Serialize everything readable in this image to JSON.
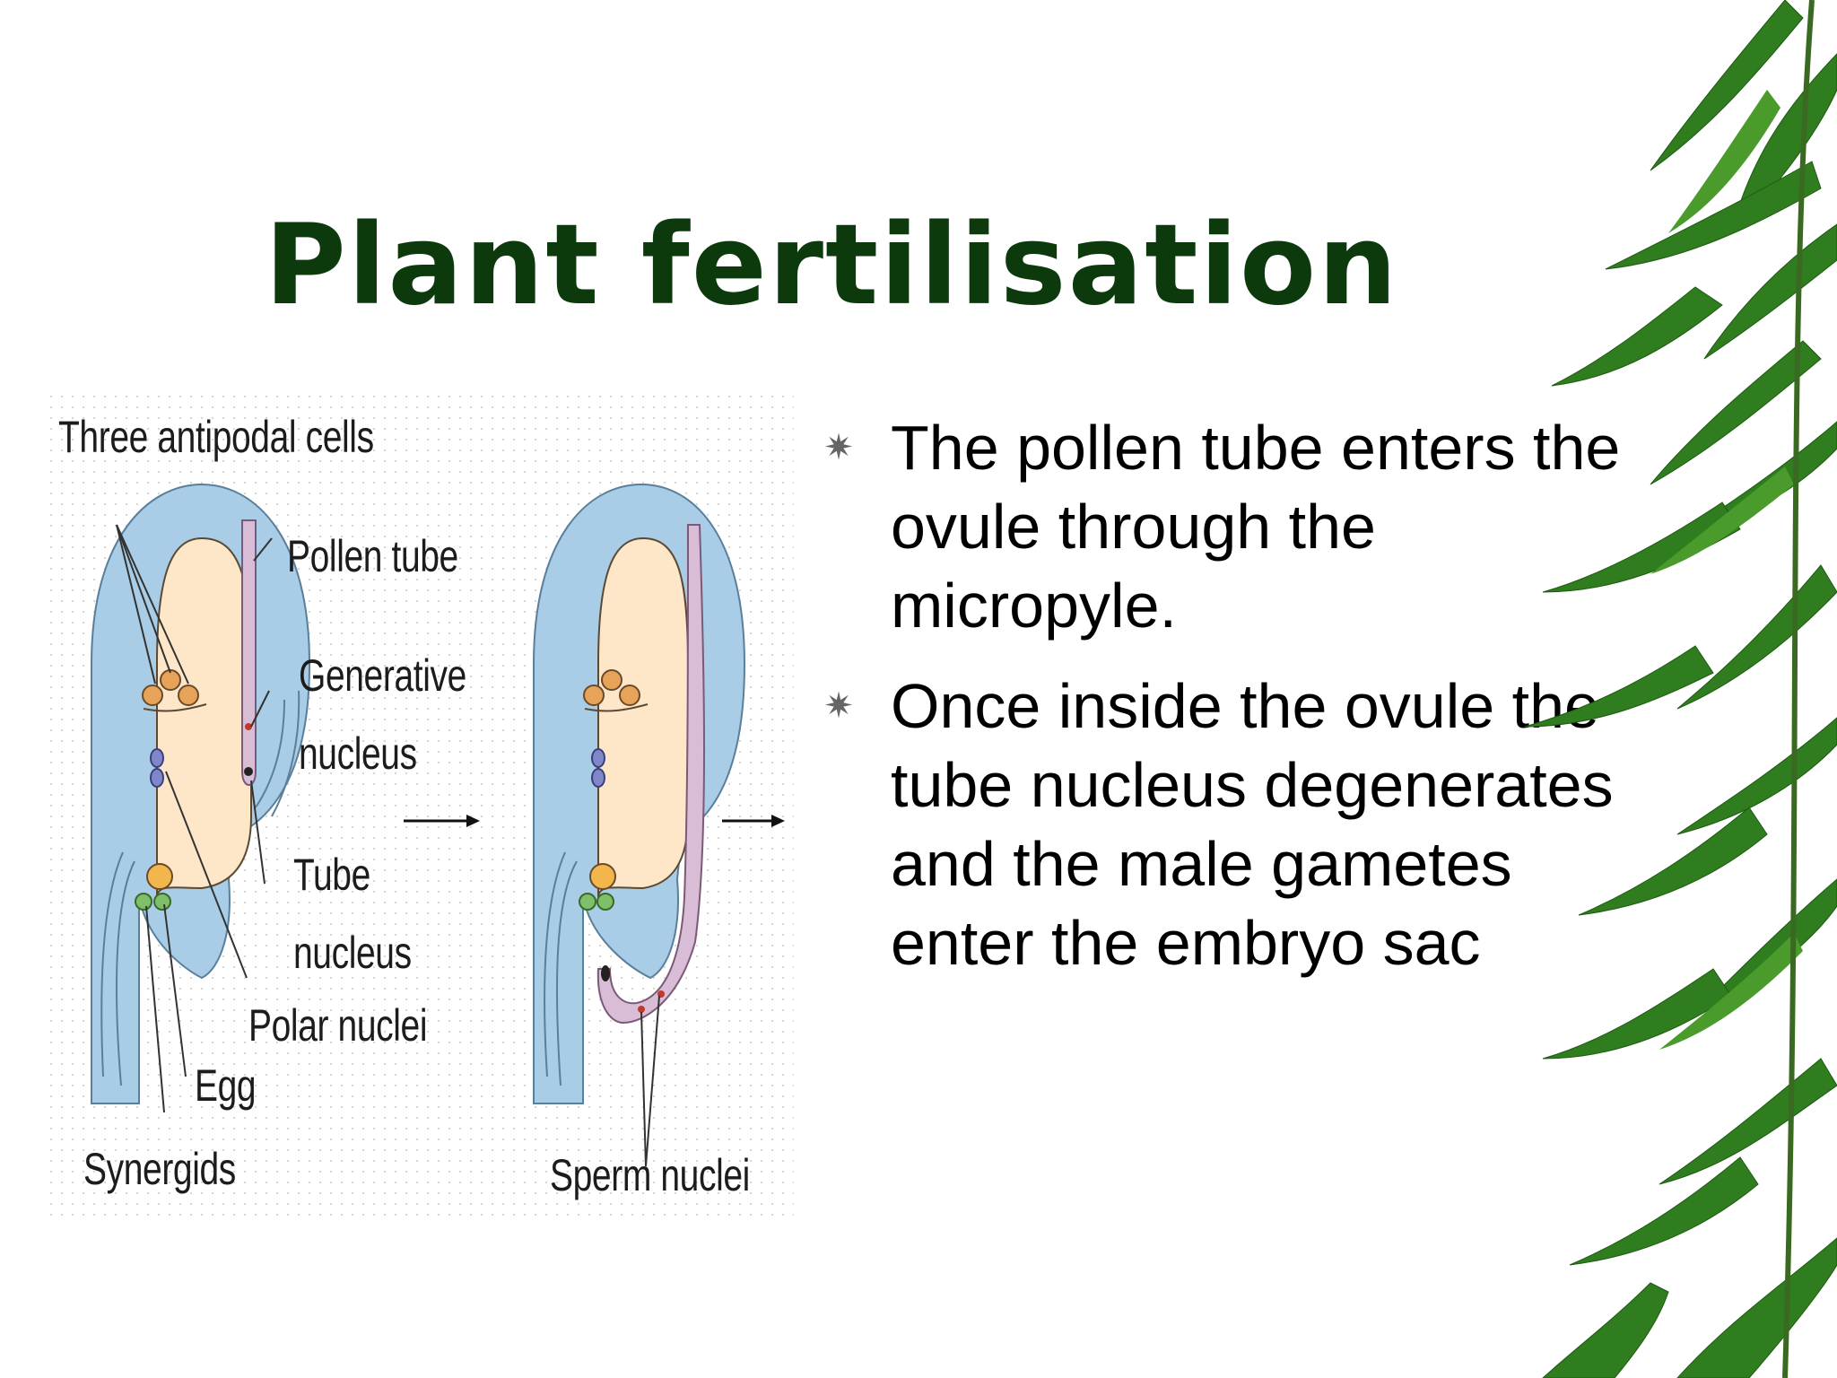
{
  "slide": {
    "title": "Plant fertilisation",
    "bullets": [
      {
        "icon": "star-bullet-icon",
        "text": "The pollen tube enters the ovule through the micropyle."
      },
      {
        "icon": "star-bullet-icon",
        "text": "Once inside the ovule the tube nucleus degenerates and the male gametes enter the embryo sac"
      }
    ]
  },
  "diagram": {
    "labels": {
      "antipodal": "Three antipodal cells",
      "pollen_tube": "Pollen tube",
      "generative_1": "Generative",
      "generative_2": "nucleus",
      "tube_1": "Tube",
      "tube_2": "nucleus",
      "polar": "Polar nuclei",
      "egg": "Egg",
      "synergids": "Synergids",
      "sperm": "Sperm nuclei"
    }
  },
  "colors": {
    "title": "#0d3a0d",
    "integument": "#a9cde6",
    "embryo_sac": "#fde7c8",
    "pollen_tube": "#d9bcd6",
    "bamboo_leaf": "#2f7d1e"
  }
}
